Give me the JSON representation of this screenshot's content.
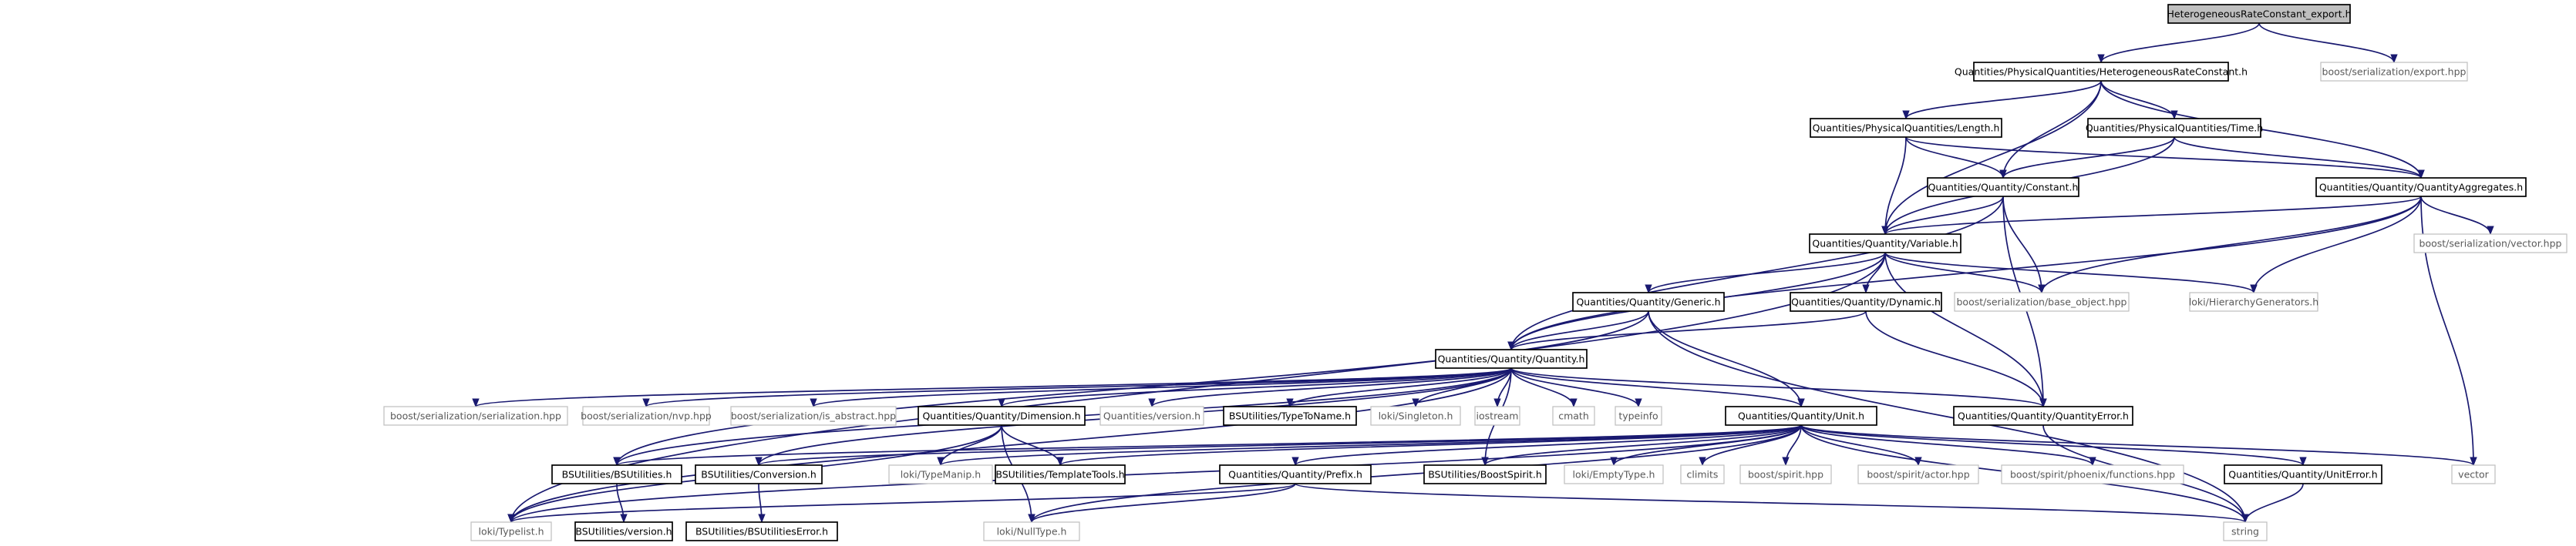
{
  "title": "HeterogeneousRateConstant_export.h",
  "colors": {
    "edge": "#191970",
    "root_fill": "#bfbfbf",
    "documented_border": "#000000",
    "external_border": "#bfbfbf",
    "external_text": "#595959"
  },
  "nodes": {
    "root": "HeterogeneousRateConstant_export.h",
    "export": "boost/serialization/export.hpp",
    "hrc": "Quantities/PhysicalQuantities/HeterogeneousRateConstant.h",
    "length": "Quantities/PhysicalQuantities/Length.h",
    "time": "Quantities/PhysicalQuantities/Time.h",
    "constant": "Quantities/Quantity/Constant.h",
    "aggregates": "Quantities/Quantity/QuantityAggregates.h",
    "svector": "boost/serialization/vector.hpp",
    "variable": "Quantities/Quantity/Variable.h",
    "baseobject": "boost/serialization/base_object.hpp",
    "hiergen": "loki/HierarchyGenerators.h",
    "generic": "Quantities/Quantity/Generic.h",
    "dynamic": "Quantities/Quantity/Dynamic.h",
    "quantity": "Quantities/Quantity/Quantity.h",
    "serialization": "boost/serialization/serialization.hpp",
    "nvp": "boost/serialization/nvp.hpp",
    "isabstract": "boost/serialization/is_abstract.hpp",
    "dimension": "Quantities/Quantity/Dimension.h",
    "qversion": "Quantities/version.h",
    "typetoname": "BSUtilities/TypeToName.h",
    "singleton": "loki/Singleton.h",
    "iostream": "iostream",
    "cmath": "cmath",
    "typeinfo": "typeinfo",
    "unit": "Quantities/Quantity/Unit.h",
    "qerror": "Quantities/Quantity/QuantityError.h",
    "bsutilities": "BSUtilities/BSUtilities.h",
    "conversion": "BSUtilities/Conversion.h",
    "typemanip": "loki/TypeManip.h",
    "templatetools": "BSUtilities/TemplateTools.h",
    "prefix": "Quantities/Quantity/Prefix.h",
    "boostspirit": "BSUtilities/BoostSpirit.h",
    "emptytype": "loki/EmptyType.h",
    "climits": "climits",
    "spirithpp": "boost/spirit.hpp",
    "actor": "boost/spirit/actor.hpp",
    "functions": "boost/spirit/phoenix/functions.hpp",
    "uniterror": "Quantities/Quantity/UnitError.h",
    "vector": "vector",
    "typelist": "loki/Typelist.h",
    "bsversion": "BSUtilities/version.h",
    "bserror": "BSUtilities/BSUtilitiesError.h",
    "nulltype": "loki/NullType.h",
    "string": "string"
  }
}
